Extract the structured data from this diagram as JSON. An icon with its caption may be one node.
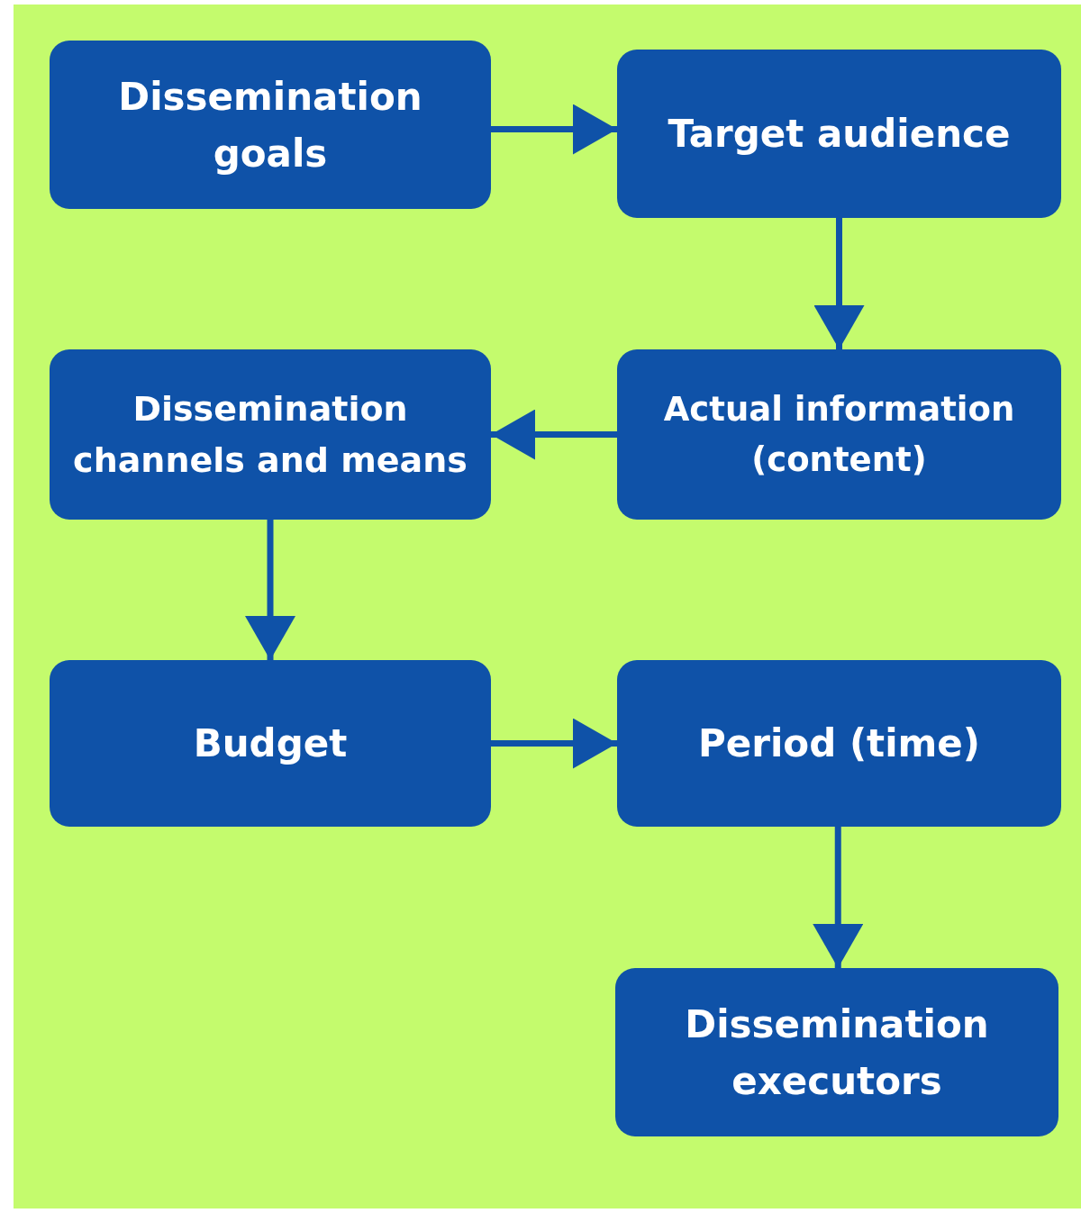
{
  "diagram": {
    "nodes": [
      {
        "text": [
          "Dissemination goals"
        ]
      },
      {
        "text": [
          "Target audience"
        ]
      },
      {
        "text": [
          "Actual information (content)"
        ]
      },
      {
        "text": [
          "Dissemination channels and means"
        ]
      },
      {
        "text": [
          "Budget"
        ]
      },
      {
        "text": [
          "Period (time)"
        ]
      },
      {
        "text": [
          "Dissemination executors"
        ]
      }
    ],
    "edges": [
      {
        "from": 0,
        "to": 1,
        "arrow": "to"
      },
      {
        "from": 1,
        "to": 2,
        "arrow": "to"
      },
      {
        "from": 2,
        "to": 3,
        "arrow": "to"
      },
      {
        "from": 3,
        "to": 4,
        "arrow": "to"
      },
      {
        "from": 4,
        "to": 5,
        "arrow": "to"
      },
      {
        "from": 5,
        "to": 6,
        "arrow": "to"
      }
    ]
  }
}
